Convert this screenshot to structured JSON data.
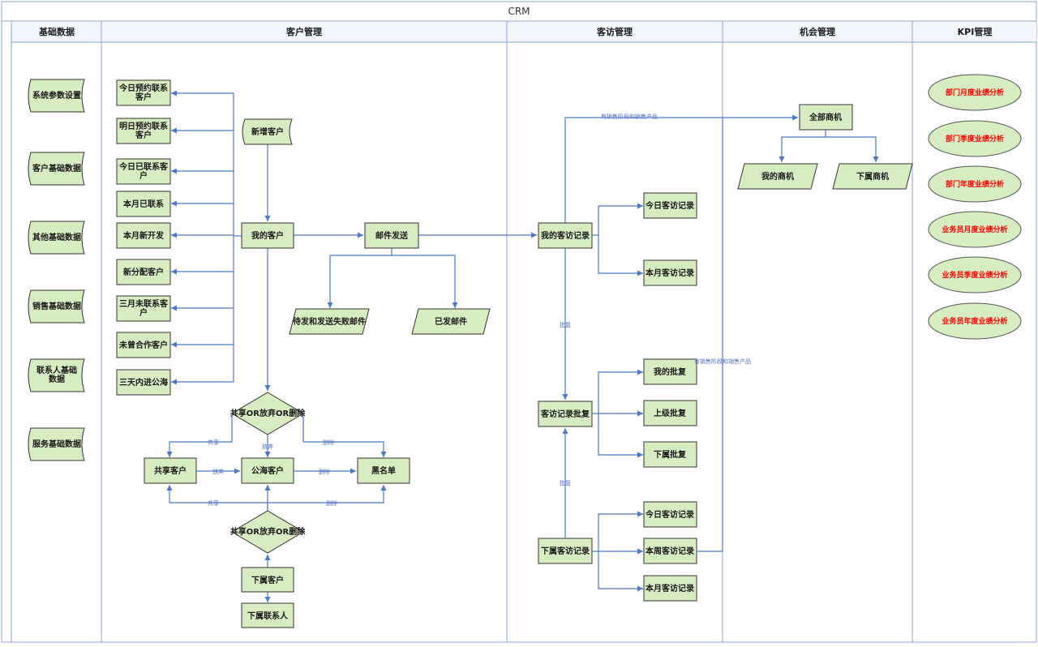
{
  "title": "CRM",
  "lanes": [
    "基础数据",
    "客户管理",
    "客访管理",
    "机会管理",
    "KPI管理"
  ],
  "basic_data": [
    "系统参数设置",
    "客户基础数据",
    "其他基础数据",
    "销售基础数据",
    "联系人基础数据",
    "服务基础数据"
  ],
  "customer_mgmt": {
    "left_list": [
      "今日预约联系客户",
      "明日预约联系客户",
      "今日已联系客户",
      "本月已联系",
      "本月新开发",
      "新分配客户",
      "三月未联系客户",
      "未曾合作客户",
      "三天内进公海"
    ],
    "new_customer": "新增客户",
    "my_customers": "我的客户",
    "mail_send": "邮件发送",
    "mail_pending": "待发和发送失败邮件",
    "mail_sent": "已发邮件",
    "decision_top": "共享OR放弃OR删除",
    "decision_bottom": "共享OR放弃OR删除",
    "shared_customers": "共享客户",
    "public_pool": "公海客户",
    "blacklist": "黑名单",
    "sub_customers": "下属客户",
    "sub_contacts": "下属联系人",
    "labels": {
      "share": "共享",
      "abandon": "放弃",
      "delete": "删除"
    }
  },
  "visit_mgmt": {
    "my_visit_records": "我的客访记录",
    "today_records": "今日客访记录",
    "month_records": "本月客访记录",
    "approval": "客访记录批复",
    "my_approval": "我的批复",
    "upper_approval": "上级批复",
    "sub_approval": "下属批复",
    "sub_visit_records": "下属客访记录",
    "sub_today": "今日客访记录",
    "sub_week": "本周客访记录",
    "sub_month": "本月客访记录",
    "label_approve": "批复",
    "label_stage": "有销售阶段和销售产品"
  },
  "opportunity_mgmt": {
    "all": "全部商机",
    "mine": "我的商机",
    "subordinate": "下属商机"
  },
  "kpi": [
    "部门月度业绩分析",
    "部门季度业绩分析",
    "部门年度业绩分析",
    "业务员月度业绩分析",
    "业务员季度业绩分析",
    "业务员年度业绩分析"
  ],
  "colors": {
    "node_fill": "#d8ecc2",
    "line": "#4f77c8",
    "kpi_text": "#ff0000",
    "lane_border": "#8aa6d6",
    "header_fill": "#f2f5fb"
  }
}
